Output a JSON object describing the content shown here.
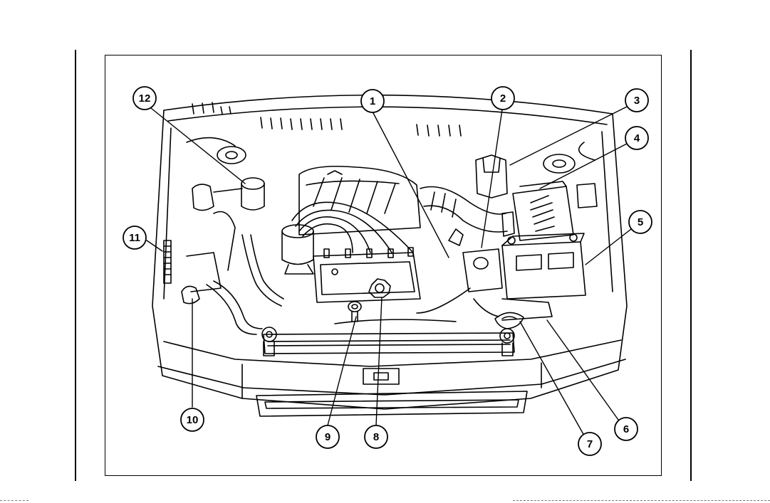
{
  "callouts": [
    {
      "label": "1"
    },
    {
      "label": "2"
    },
    {
      "label": "3"
    },
    {
      "label": "4"
    },
    {
      "label": "5"
    },
    {
      "label": "6"
    },
    {
      "label": "7"
    },
    {
      "label": "8"
    },
    {
      "label": "9"
    },
    {
      "label": "10"
    },
    {
      "label": "11"
    },
    {
      "label": "12"
    }
  ],
  "colors": {
    "ink": "#000000",
    "paper": "#ffffff"
  }
}
